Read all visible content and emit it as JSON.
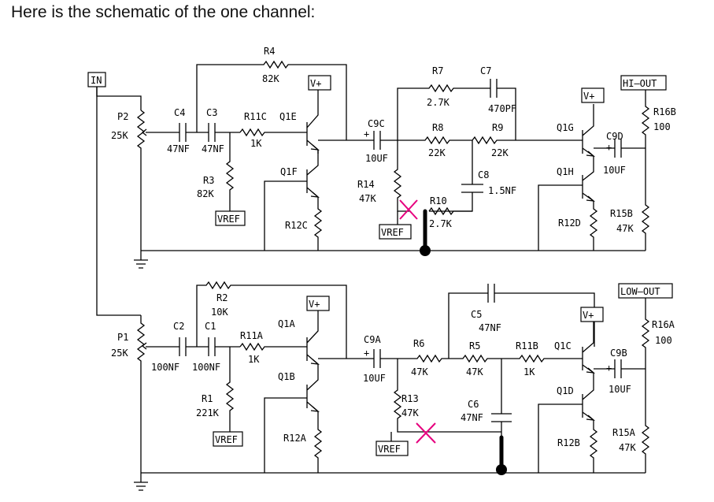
{
  "caption": "Here is the schematic of the one channel:",
  "ports": {
    "in": "IN",
    "hi_out": "HI—OUT",
    "low_out": "LOW—OUT",
    "vref": "VREF",
    "vplus": "V+"
  },
  "top": {
    "p2": "P2",
    "p2_val": "25K",
    "c4": "C4",
    "c3": "C3",
    "c4_val": "47NF",
    "c3_val": "47NF",
    "r4": "R4",
    "r4_val": "82K",
    "r11c": "R11C",
    "q1e": "Q1E",
    "r11c_val": "1K",
    "r3": "R3",
    "r3_val": "82K",
    "q1f": "Q1F",
    "r12c": "R12C",
    "c9c": "C9C",
    "c9c_val": "10UF",
    "r14": "R14",
    "r14_val": "47K",
    "r7": "R7",
    "r7_val": "2.7K",
    "c7": "C7",
    "c7_val": "470PF",
    "r8": "R8",
    "r8_val": "22K",
    "r9": "R9",
    "r9_val": "22K",
    "c8": "C8",
    "c8_val": "1.5NF",
    "r10": "R10",
    "r10_val": "2.7K",
    "q1g": "Q1G",
    "q1h": "Q1H",
    "r12d": "R12D",
    "c9d": "C9D",
    "c9d_val": "10UF",
    "r16b": "R16B",
    "r16b_val": "100",
    "r15b": "R15B",
    "r15b_val": "47K",
    "plus": "+"
  },
  "bottom": {
    "p1": "P1",
    "p1_val": "25K",
    "c2": "C2",
    "c1": "C1",
    "c2_val": "100NF",
    "c1_val": "100NF",
    "r2": "R2",
    "r2_val": "10K",
    "r11a": "R11A",
    "r11a_val": "1K",
    "q1a": "Q1A",
    "q1b": "Q1B",
    "r1": "R1",
    "r1_val": "221K",
    "r12a": "R12A",
    "c9a": "C9A",
    "c9a_val": "10UF",
    "r6": "R6",
    "r6_val": "47K",
    "r13": "R13",
    "r13_val": "47K",
    "c5": "C5",
    "c5_val": "47NF",
    "r5": "R5",
    "r5_val": "47K",
    "c6": "C6",
    "c6_val": "47NF",
    "r11b": "R11B",
    "r11b_val": "1K",
    "q1c": "Q1C",
    "q1d": "Q1D",
    "r12b": "R12B",
    "c9b": "C9B",
    "c9b_val": "10UF",
    "r16a": "R16A",
    "r16a_val": "100",
    "r15a": "R15A",
    "r15a_val": "47K",
    "plus": "+"
  }
}
